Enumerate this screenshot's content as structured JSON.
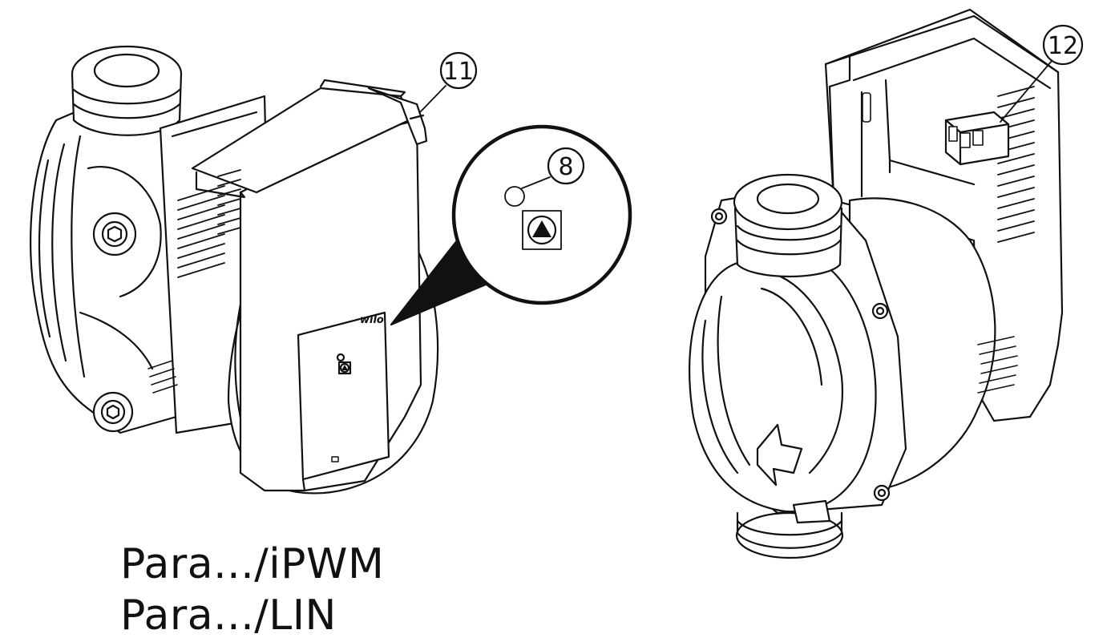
{
  "callouts": {
    "display_label": "11",
    "led_label": "8",
    "connector_label": "12"
  },
  "brand": "wilo",
  "captions": {
    "line1": "Para.../iPWM",
    "line2": "Para.../LIN"
  },
  "colors": {
    "line": "#111111",
    "fill": "#ffffff",
    "zoom_wedge": "#111111"
  },
  "icons": {
    "led": "circle-outline",
    "pump_symbol": "triangle-in-circle-in-square"
  }
}
